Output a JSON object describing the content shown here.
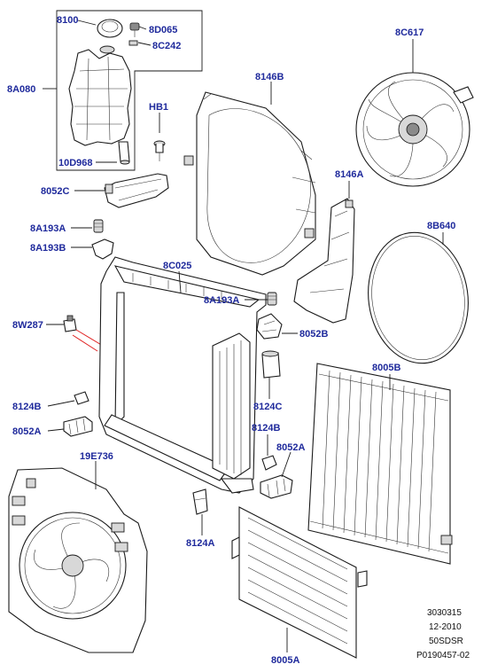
{
  "labels": {
    "p8100": "8100",
    "p8D065": "8D065",
    "p8C242": "8C242",
    "p8A080": "8A080",
    "p10D968": "10D968",
    "pHB1": "HB1",
    "p8052C": "8052C",
    "p8A193A_1": "8A193A",
    "p8A193B": "8A193B",
    "p8W287": "8W287",
    "p8124B_1": "8124B",
    "p8052A_1": "8052A",
    "p8146B": "8146B",
    "p8C617": "8C617",
    "p8146A": "8146A",
    "p8B640": "8B640",
    "p8C025": "8C025",
    "p8A193A_2": "8A193A",
    "p8052B": "8052B",
    "p8005B": "8005B",
    "p8124C": "8124C",
    "p8124B_2": "8124B",
    "p8052A_2": "8052A",
    "p19E736": "19E736",
    "p8124A": "8124A",
    "p8005A": "8005A"
  },
  "meta": {
    "line1": "3030315",
    "line2": "12-2010",
    "line3": "50SDSR",
    "line4": "P0190457-02"
  },
  "colors": {
    "label": "#1f2a9c",
    "callout_red": "#e02020",
    "line": "#1a1a1a"
  }
}
